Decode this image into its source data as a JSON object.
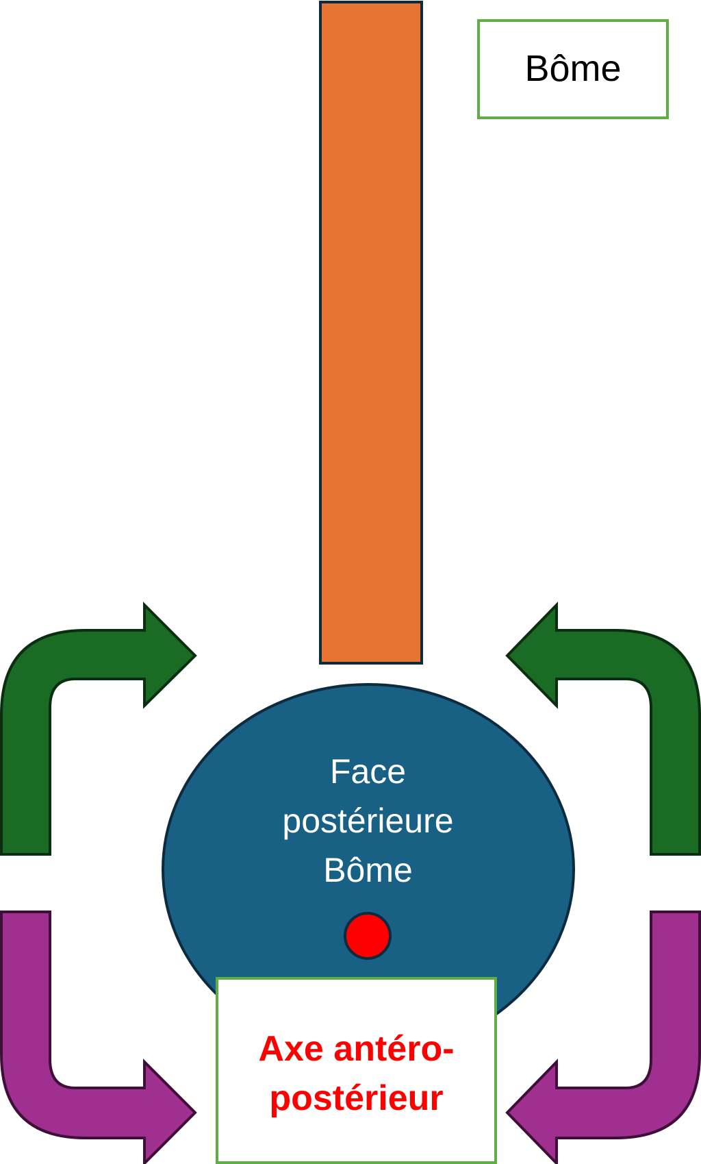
{
  "title_box": {
    "label": "Bôme"
  },
  "circle_section": {
    "line1": "Face",
    "line2": "postérieure",
    "line3": "Bôme"
  },
  "axis_box": {
    "line1": "Axe antéro-",
    "line2": "postérieur"
  },
  "colors": {
    "orange_bar": "#e87434",
    "circle_fill": "#186184",
    "outline": "#0d2b3e",
    "red_dot": "#ff0000",
    "green_arrows": "#1a6b24",
    "purple_arrows": "#a0308f",
    "box_border": "#5fae45",
    "axis_text": "#ff0000"
  },
  "icons": {
    "top_left_arrow": "curved-arrow-right-icon",
    "top_right_arrow": "curved-arrow-left-icon",
    "bottom_left_arrow": "curved-arrow-right-icon",
    "bottom_right_arrow": "curved-arrow-left-icon"
  }
}
